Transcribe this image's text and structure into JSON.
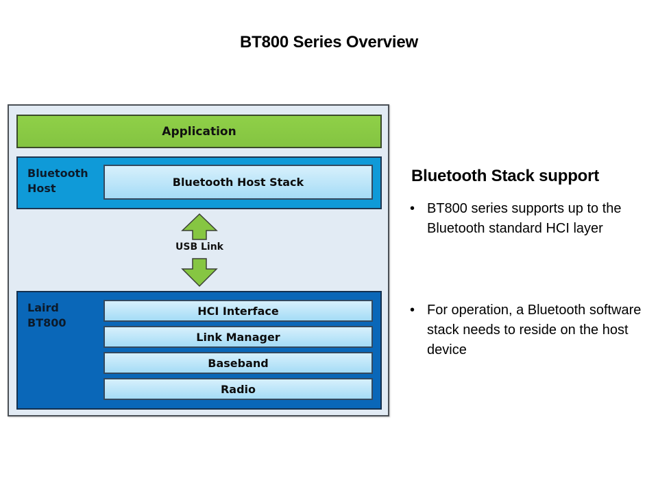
{
  "slide": {
    "title": "BT800 Series Overview"
  },
  "diagram": {
    "application_label": "Application",
    "host": {
      "label_line1": "Bluetooth",
      "label_line2": "Host",
      "layers": [
        "Bluetooth Host Stack"
      ]
    },
    "link": {
      "label": "USB Link",
      "icon": "bidirectional-arrow-icon"
    },
    "module": {
      "label_line1": "Laird",
      "label_line2": "BT800",
      "layers": [
        "HCI Interface",
        "Link Manager",
        "Baseband",
        "Radio"
      ]
    },
    "colors": {
      "frame_bg": "#e2ebf4",
      "application": "#86c642",
      "host": "#0f9ad8",
      "module": "#0a67b8",
      "layer": "#bfe6f9",
      "arrow": "#86c642"
    }
  },
  "content": {
    "heading": "Bluetooth Stack support",
    "bullets": [
      {
        "marker": "•",
        "text": "BT800 series supports up to the Bluetooth standard HCI layer"
      },
      {
        "marker": "•",
        "text": "For operation, a Bluetooth software stack needs to reside on the host device"
      }
    ]
  }
}
